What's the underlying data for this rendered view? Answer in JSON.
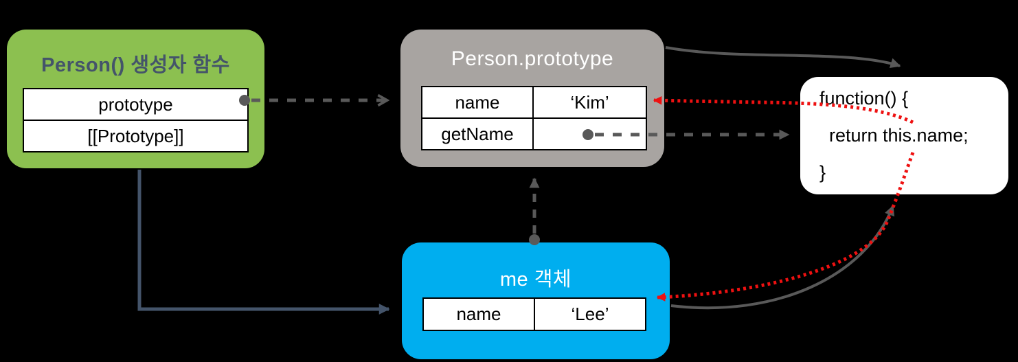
{
  "colors": {
    "background": "#000000",
    "constructor_box": "#8CC050",
    "prototype_box": "#A8A4A1",
    "me_box": "#00AEEF",
    "function_box": "#FFFFFF",
    "korean_title_text": "#44546A",
    "arrow_gray": "#595959",
    "arrow_slate": "#44546A",
    "arrow_red": "#EE1111"
  },
  "constructor_box": {
    "title": "Person() 생성자 함수",
    "rows": [
      {
        "label": "prototype"
      },
      {
        "label": "[[Prototype]]"
      }
    ]
  },
  "prototype_box": {
    "title": "Person.prototype",
    "rows": [
      {
        "key": "name",
        "value": "‘Kim’"
      },
      {
        "key": "getName",
        "value": ""
      }
    ]
  },
  "me_box": {
    "title": "me 객체",
    "rows": [
      {
        "key": "name",
        "value": "‘Lee’"
      }
    ]
  },
  "function_box": {
    "lines": [
      "function() {",
      "return this.name;",
      "}"
    ]
  }
}
